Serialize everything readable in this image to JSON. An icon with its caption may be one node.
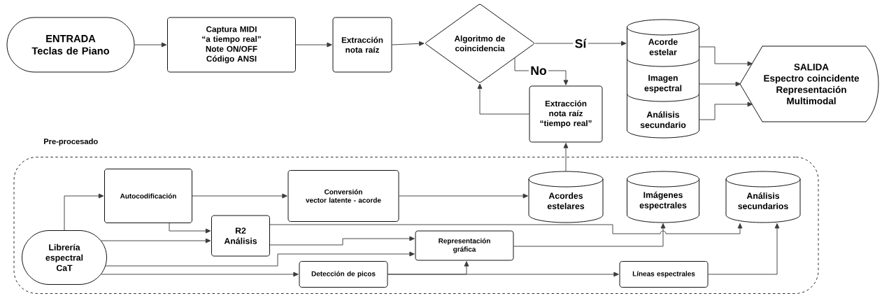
{
  "diagram": {
    "nodes": [
      {
        "text": [
          "ENTRADA",
          "Teclas de Piano"
        ]
      },
      {
        "text": [
          "Captura MIDI",
          "“a tiempo real”",
          "Note ON/OFF",
          "Código ANSI"
        ]
      },
      {
        "text": [
          "Extracción nota raíz"
        ]
      },
      {
        "text": [
          "Algoritmo de coincidencia"
        ]
      },
      {
        "text": [
          "Extracción nota raíz",
          "“tiempo real”"
        ]
      },
      {
        "text": [
          "Acorde estelar"
        ]
      },
      {
        "text": [
          "Imagen espectral"
        ]
      },
      {
        "text": [
          "Análisis secundario"
        ]
      },
      {
        "text": [
          "SALIDA",
          "Espectro coincidente",
          "Representación Multimodal"
        ]
      },
      {
        "text": [
          "Pre-procesado"
        ]
      },
      {
        "text": [
          "Autocodificación"
        ],
        "in": 9
      },
      {
        "text": [
          "Conversión",
          "vector latente - acorde"
        ],
        "in": 9
      },
      {
        "text": [
          "Acordes estelares"
        ],
        "in": 9
      },
      {
        "text": [
          "Imágenes espectrales"
        ],
        "in": 9
      },
      {
        "text": [
          "Análisis secundarios"
        ],
        "in": 9
      },
      {
        "text": [
          "R2",
          "Análisis"
        ],
        "in": 9
      },
      {
        "text": [
          "Librería espectral CaT"
        ],
        "in": 9
      },
      {
        "text": [
          "Representación gráfica"
        ],
        "in": 9
      },
      {
        "text": [
          "Detección de picos"
        ],
        "in": 9
      },
      {
        "text": [
          "Líneas espectrales"
        ],
        "in": 9
      }
    ],
    "edges": [
      {
        "from": 0,
        "to": 1,
        "arrow": "to"
      },
      {
        "from": 1,
        "to": 2,
        "arrow": "to"
      },
      {
        "from": 2,
        "to": 3,
        "arrow": "to"
      },
      {
        "from": 3,
        "to": 5,
        "arrow": "to",
        "label": "Sí"
      },
      {
        "from": 3,
        "to": 4,
        "arrow": "to",
        "label": "No"
      },
      {
        "from": 4,
        "to": 3,
        "arrow": "to"
      },
      {
        "from": 5,
        "to": 8,
        "arrow": "to"
      },
      {
        "from": 6,
        "to": 8,
        "arrow": "to"
      },
      {
        "from": 7,
        "to": 8,
        "arrow": "to"
      },
      {
        "from": 12,
        "to": 4,
        "arrow": "to"
      },
      {
        "from": 16,
        "to": 10,
        "arrow": "to"
      },
      {
        "from": 10,
        "to": 11,
        "arrow": "to"
      },
      {
        "from": 11,
        "to": 12,
        "arrow": "to"
      },
      {
        "from": 10,
        "to": 15,
        "arrow": "to"
      },
      {
        "from": 16,
        "to": 15,
        "arrow": "to"
      },
      {
        "from": 16,
        "to": 17,
        "arrow": "to"
      },
      {
        "from": 16,
        "to": 18,
        "arrow": "to"
      },
      {
        "from": 15,
        "to": 17,
        "arrow": "to"
      },
      {
        "from": 15,
        "to": 14,
        "arrow": "to"
      },
      {
        "from": 17,
        "to": 13,
        "arrow": "to"
      },
      {
        "from": 18,
        "to": 17,
        "arrow": "to"
      },
      {
        "from": 18,
        "to": 19,
        "arrow": "to"
      },
      {
        "from": 19,
        "to": 14,
        "arrow": "to"
      }
    ]
  }
}
